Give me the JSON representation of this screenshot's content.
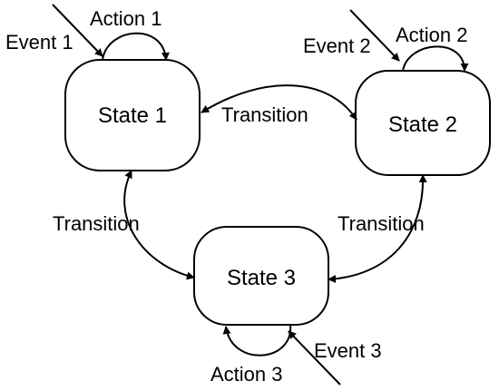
{
  "diagram": {
    "states": [
      {
        "label": "State 1"
      },
      {
        "label": "State 2"
      },
      {
        "label": "State 3"
      }
    ],
    "events": [
      {
        "label": "Event 1"
      },
      {
        "label": "Event 2"
      },
      {
        "label": "Event 3"
      }
    ],
    "actions": [
      {
        "label": "Action 1"
      },
      {
        "label": "Action 2"
      },
      {
        "label": "Action 3"
      }
    ],
    "transitions": [
      {
        "label": "Transition"
      },
      {
        "label": "Transition"
      },
      {
        "label": "Transition"
      }
    ],
    "colors": {
      "stroke": "#000000",
      "background": "#ffffff"
    }
  }
}
